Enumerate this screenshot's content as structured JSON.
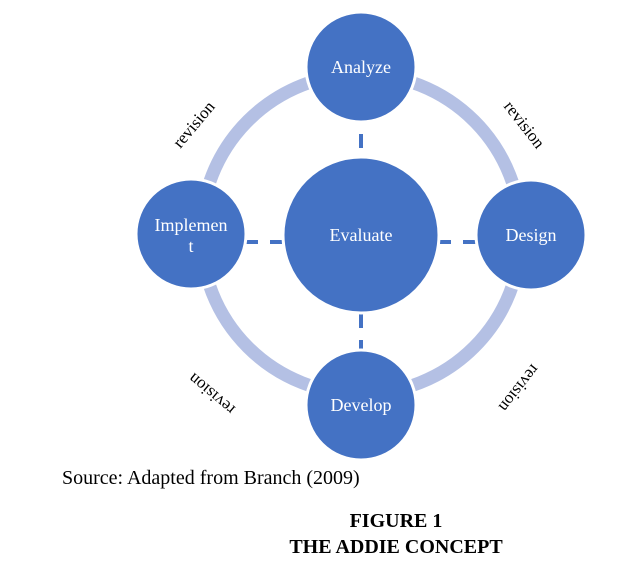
{
  "nodes": {
    "analyze": "Analyze",
    "design": "Design",
    "develop": "Develop",
    "implement_line1": "Implemen",
    "implement_line2": "t",
    "evaluate": "Evaluate"
  },
  "revision_labels": {
    "top_left": "revision",
    "top_right": "revision",
    "bottom_left": "revision",
    "bottom_right": "revision"
  },
  "source": "Source: Adapted from Branch (2009)",
  "figure": {
    "number": "FIGURE 1",
    "title": "THE ADDIE CONCEPT"
  },
  "colors": {
    "node_fill": "#4472c4",
    "node_stroke": "#ffffff",
    "ring": "#b4c0e4",
    "dash": "#4472c4"
  }
}
